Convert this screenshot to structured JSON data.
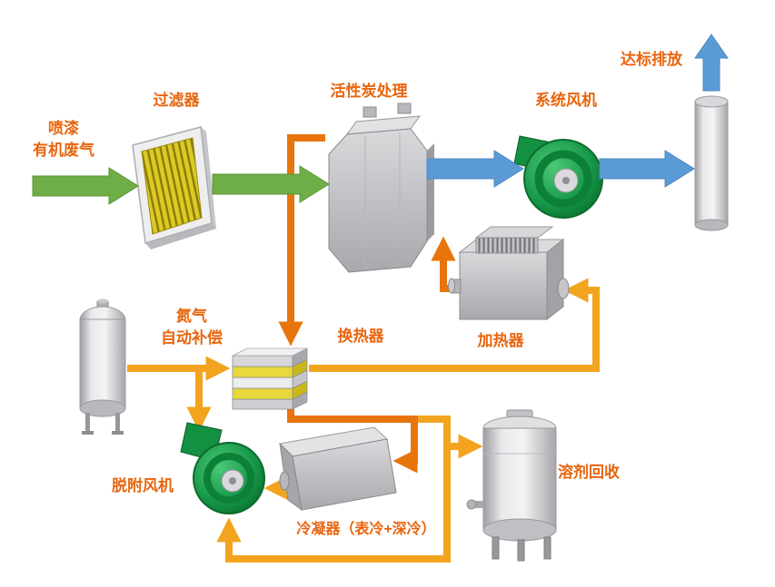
{
  "diagram": {
    "labels": {
      "waste_gas_line1": "喷漆",
      "waste_gas_line2": "有机废气",
      "filter": "过滤器",
      "activated_carbon": "活性炭处理",
      "system_fan": "系统风机",
      "emission": "达标排放",
      "nitrogen_line1": "氮气",
      "nitrogen_line2": "自动补偿",
      "heat_exchanger": "换热器",
      "heater": "加热器",
      "desorption_fan": "脱附风机",
      "condenser": "冷凝器（表冷+深冷）",
      "solvent_recovery": "溶剂回收"
    },
    "colors": {
      "label_text": "#e8650e",
      "waste_gas_arrow_green": "#6fad47",
      "clean_air_arrow_blue": "#5b9bd5",
      "hot_desorption_line_orange": "#e8740c",
      "recovery_loop_line_yellow": "#f2a41f",
      "fan_green": "#149043",
      "equipment_gray": "#c0c0c4",
      "filter_media_yellow": "#dcca25"
    },
    "flow": {
      "main_path": [
        "喷漆有机废气",
        "过滤器",
        "活性炭处理",
        "系统风机",
        "达标排放"
      ],
      "desorption_loop": [
        "活性炭处理",
        "换热器",
        "冷凝器（表冷+深冷）",
        "脱附风机",
        "换热器",
        "加热器",
        "活性炭处理"
      ],
      "recovery_path": [
        "冷凝器（表冷+深冷）",
        "溶剂回收"
      ],
      "makeup_feed": [
        "氮气自动补偿",
        "换热器"
      ]
    }
  }
}
